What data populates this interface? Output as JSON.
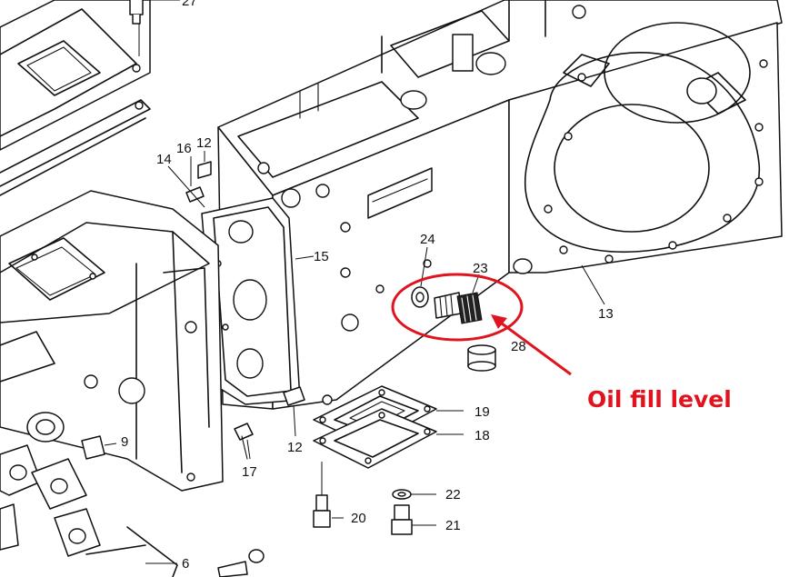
{
  "part_labels": {
    "p27": "27",
    "p16": "16",
    "p12a": "12",
    "p14": "14",
    "p15": "15",
    "p24": "24",
    "p23": "23",
    "p13": "13",
    "p28": "28",
    "p9": "9",
    "p19": "19",
    "p18": "18",
    "p17": "17",
    "p12b": "12",
    "p22": "22",
    "p20": "20",
    "p21": "21",
    "p6": "6"
  },
  "callout": {
    "text": "Oil fill level",
    "color": "#e0141e"
  }
}
